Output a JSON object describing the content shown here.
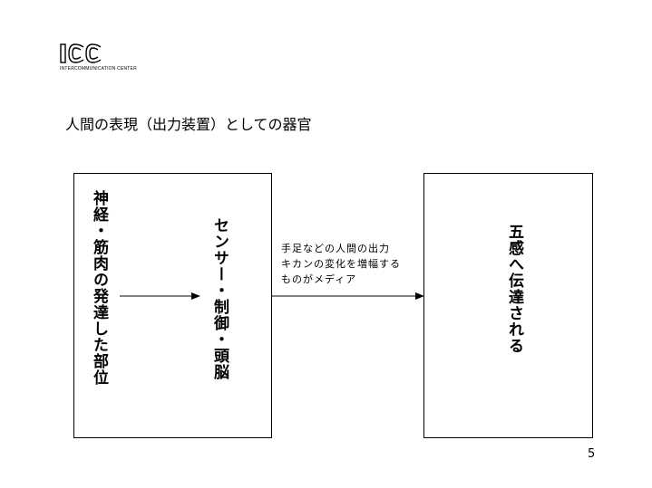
{
  "logo": {
    "mark_text": "ICC",
    "subtitle": "INTERCOMMUNICATION CENTER"
  },
  "slide": {
    "title": "人間の表現（出力装置）としての器官",
    "page_number": "5"
  },
  "diagram": {
    "left_box": {
      "label_1": "神経・筋肉の発達した部位",
      "label_2": "センサー・制御・頭脳"
    },
    "caption_lines": [
      "手足などの人間の出力",
      "キカンの変化を増幅する",
      "ものがメディア"
    ],
    "right_box": {
      "label": "五感へ伝達される"
    }
  },
  "colors": {
    "line": "#000000",
    "background": "#ffffff"
  }
}
